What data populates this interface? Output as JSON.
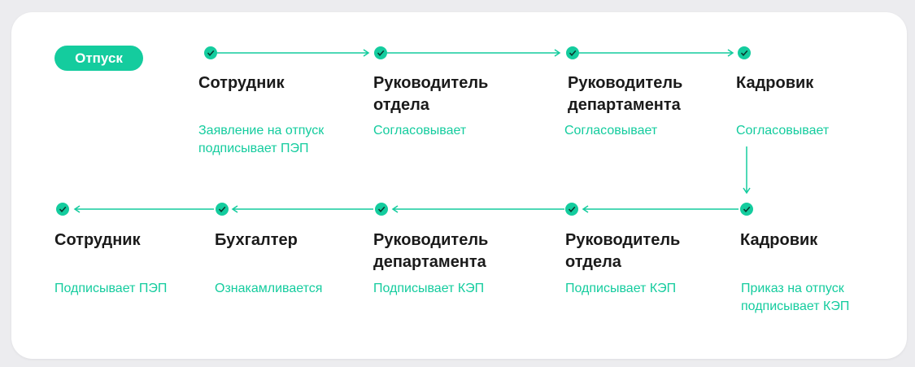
{
  "badge_label": "Отпуск",
  "accent_color": "#14cc9e",
  "top_row": [
    {
      "role": "Сотрудник",
      "action": "Заявление на отпуск\nподписывает ПЭП"
    },
    {
      "role": "Руководитель\nотдела",
      "action": "Согласовывает"
    },
    {
      "role": "Руководитель\nдепартамента",
      "action": "Согласовывает"
    },
    {
      "role": "Кадровик",
      "action": "Согласовывает"
    }
  ],
  "bottom_row": [
    {
      "role": "Сотрудник",
      "action": "Подписывает ПЭП"
    },
    {
      "role": "Бухгалтер",
      "action": "Ознакамливается"
    },
    {
      "role": "Руководитель\nдепартамента",
      "action": "Подписывает КЭП"
    },
    {
      "role": "Руководитель\nотдела",
      "action": "Подписывает КЭП"
    },
    {
      "role": "Кадровик",
      "action": "Приказ на отпуск\nподписывает КЭП"
    }
  ]
}
